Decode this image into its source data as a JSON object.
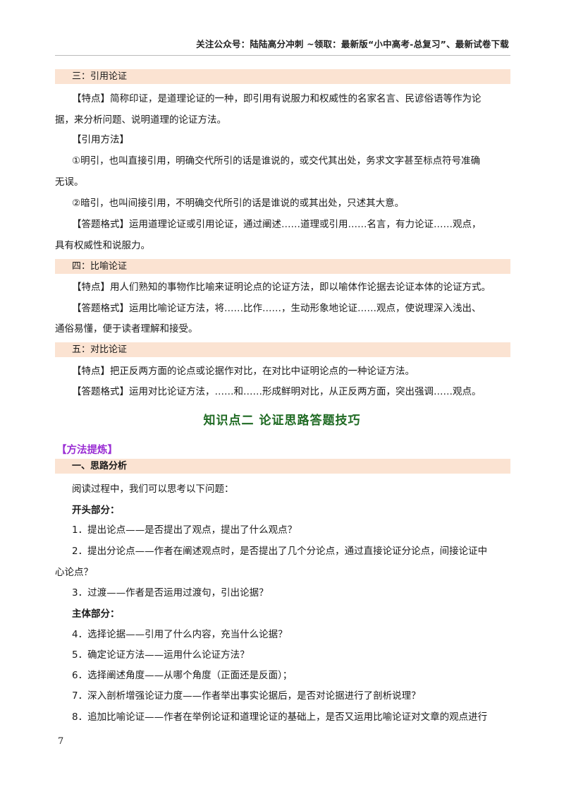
{
  "header": {
    "text": "关注公众号：陆陆高分冲刺  ~领取：最新版“小中高考-总复习”、最新试卷下载"
  },
  "s3": {
    "heading": "三：引用论证",
    "tedian_1": "【特点】简称印证，是道理论证的一种，即引用有说服力和权威性的名家名言、民谚俗语等作为论",
    "tedian_2": "据，来分析问题、说明道理的论证方法。",
    "fangfa": "【引用方法】",
    "ming_1": "①明引，也叫直接引用，明确交代所引的话是谁说的，或交代其出处，务求文字甚至标点符号准确",
    "ming_2": "无误。",
    "an": "②暗引，也叫间接引用，不明确交代所引的话是谁说的或其出处，只述其大意。",
    "geshi_1": "【答题格式】运用道理论证或引用论证，通过阐述……道理或引用……名言，有力论证……观点，",
    "geshi_2": "具有权威性和说服力。"
  },
  "s4": {
    "heading": "四：比喻论证",
    "tedian": "【特点】用人们熟知的事物作比喻来证明论点的论证方法，即以喻体作论据去论证本体的论证方式。",
    "geshi_1": "【答题格式】运用比喻论证方法，将……比作……，生动形象地论证……观点，使说理深入浅出、",
    "geshi_2": "通俗易懂，便于读者理解和接受。"
  },
  "s5": {
    "heading": "五：对比论证",
    "tedian": "【特点】把正反两方面的论点或论据作对比，在对比中证明论点的一种论证方法。",
    "geshi": "【答题格式】运用对比论证方法，……和……形成鲜明对比，从正反两方面，突出强调……观点。"
  },
  "section_title": "知识点二  论证思路答题技巧",
  "method_label": "【方法提炼】",
  "part1": {
    "heading": "一、思路分析",
    "intro": "阅读过程中，我们可以思考以下问题：",
    "opening": "开头部分：",
    "item1": "1．提出论点——是否提出了观点，提出了什么观点？",
    "item2_1": "2．提出分论点——作者在阐述观点时，是否提出了几个分论点，通过直接论证分论点，间接论证中",
    "item2_2": "心论点？",
    "item3": "3．过渡——作者是否运用过渡句，引出论据？",
    "body": "主体部分：",
    "item4": "4．选择论据——引用了什么内容，充当什么论据？",
    "item5": "5．确定论证方法——运用什么论证方法？",
    "item6": "6．选择阐述角度——从哪个角度（正面还是反面）；",
    "item7": "7．深入剖析增强论证力度——作者举出事实论据后，是否对论据进行了剖析说理？",
    "item8": "8．追加比喻论证——作者在举例论证和道理论证的基础上，是否又运用比喻论证对文章的观点进行"
  },
  "page_number": "7"
}
